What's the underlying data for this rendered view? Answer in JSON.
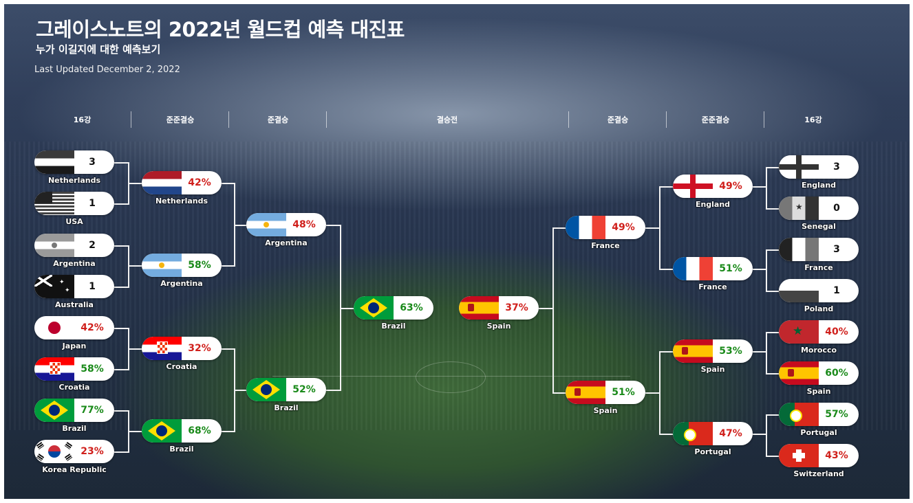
{
  "header": {
    "title": "그레이스노트의 2022년 월드컵 예측 대진표",
    "subtitle": "누가 이길지에 대한 예측보기",
    "updated": "Last Updated December 2, 2022"
  },
  "rounds": {
    "r16_left": "16강",
    "qf_left": "준준결승",
    "sf_left": "준결승",
    "final": "결승전",
    "sf_right": "준결승",
    "qf_right": "준준결승",
    "r16_right": "16강"
  },
  "matches": [
    {
      "team": "Netherlands",
      "value": "3",
      "flag": "nl-bw",
      "color": "black"
    },
    {
      "team": "USA",
      "value": "1",
      "flag": "us-bw",
      "color": "black"
    },
    {
      "team": "Argentina",
      "value": "2",
      "flag": "ar-bw",
      "color": "black"
    },
    {
      "team": "Australia",
      "value": "1",
      "flag": "au-bw",
      "color": "black"
    },
    {
      "team": "Japan",
      "value": "42%",
      "flag": "jp",
      "color": "red"
    },
    {
      "team": "Croatia",
      "value": "58%",
      "flag": "hr",
      "color": "green"
    },
    {
      "team": "Brazil",
      "value": "77%",
      "flag": "br",
      "color": "green"
    },
    {
      "team": "Korea Republic",
      "value": "23%",
      "flag": "kr",
      "color": "red"
    },
    {
      "team": "Netherlands",
      "value": "42%",
      "flag": "nl",
      "color": "red"
    },
    {
      "team": "Argentina",
      "value": "58%",
      "flag": "ar",
      "color": "green"
    },
    {
      "team": "Croatia",
      "value": "32%",
      "flag": "hr",
      "color": "red"
    },
    {
      "team": "Brazil",
      "value": "68%",
      "flag": "br",
      "color": "green"
    },
    {
      "team": "Argentina",
      "value": "48%",
      "flag": "ar",
      "color": "red"
    },
    {
      "team": "Brazil",
      "value": "52%",
      "flag": "br",
      "color": "green"
    },
    {
      "team": "Brazil",
      "value": "63%",
      "flag": "br",
      "color": "green"
    },
    {
      "team": "Spain",
      "value": "37%",
      "flag": "es",
      "color": "red"
    },
    {
      "team": "France",
      "value": "49%",
      "flag": "fr",
      "color": "red"
    },
    {
      "team": "Spain",
      "value": "51%",
      "flag": "es",
      "color": "green"
    },
    {
      "team": "England",
      "value": "49%",
      "flag": "en",
      "color": "red"
    },
    {
      "team": "France",
      "value": "51%",
      "flag": "fr",
      "color": "green"
    },
    {
      "team": "Spain",
      "value": "53%",
      "flag": "es",
      "color": "green"
    },
    {
      "team": "Portugal",
      "value": "47%",
      "flag": "pt",
      "color": "red"
    },
    {
      "team": "England",
      "value": "3",
      "flag": "en-bw",
      "color": "black"
    },
    {
      "team": "Senegal",
      "value": "0",
      "flag": "sn-bw",
      "color": "black"
    },
    {
      "team": "France",
      "value": "3",
      "flag": "fr-bw",
      "color": "black"
    },
    {
      "team": "Poland",
      "value": "1",
      "flag": "pl-bw",
      "color": "black"
    },
    {
      "team": "Morocco",
      "value": "40%",
      "flag": "ma",
      "color": "red"
    },
    {
      "team": "Spain",
      "value": "60%",
      "flag": "es",
      "color": "green"
    },
    {
      "team": "Portugal",
      "value": "57%",
      "flag": "pt",
      "color": "green"
    },
    {
      "team": "Switzerland",
      "value": "43%",
      "flag": "ch",
      "color": "red"
    }
  ]
}
